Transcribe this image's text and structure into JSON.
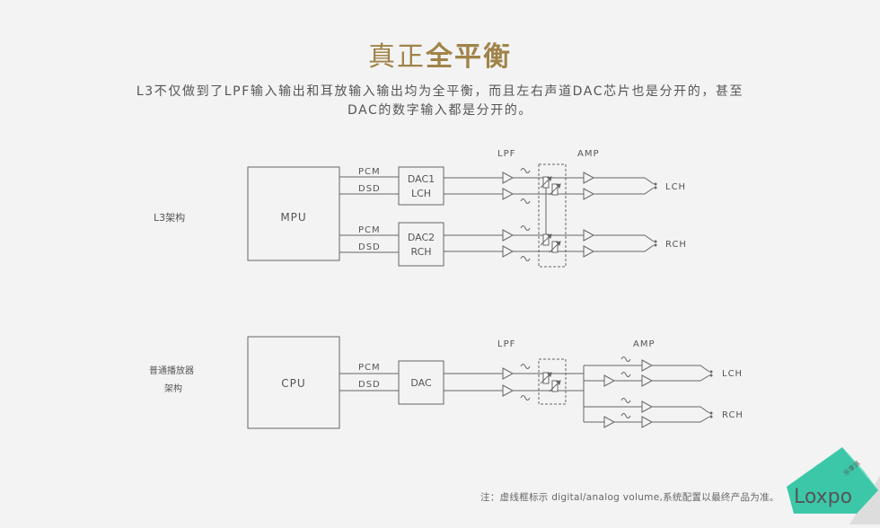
{
  "header": {
    "title_normal": "真正",
    "title_bold": "全平衡",
    "description_line1": "L3不仅做到了LPF输入输出和耳放输入输出均为全平衡，而且左右声道DAC芯片也是分开的，甚至",
    "description_line2": "DAC的数字输入都是分开的。"
  },
  "diagram_top": {
    "row_label": "L3架构",
    "cpu_box": "MPU",
    "dac1_line1": "DAC1",
    "dac1_line2": "LCH",
    "dac2_line1": "DAC2",
    "dac2_line2": "RCH",
    "pcm": "PCM",
    "dsd": "DSD",
    "lpf": "LPF",
    "amp": "AMP",
    "out_l": "LCH",
    "out_r": "RCH"
  },
  "diagram_bottom": {
    "row_label_line1": "普通播放器",
    "row_label_line2": "架构",
    "cpu_box": "CPU",
    "dac": "DAC",
    "pcm": "PCM",
    "dsd": "DSD",
    "lpf": "LPF",
    "amp": "AMP",
    "out_l": "LCH",
    "out_r": "RCH"
  },
  "footer": {
    "note": "注：虚线框标示 digital/analog volume,系统配置以最终产品为准。"
  },
  "brand": {
    "logo_text": "Loxpo",
    "logo_sub": "乐享派",
    "color": "#3cc8a8"
  }
}
